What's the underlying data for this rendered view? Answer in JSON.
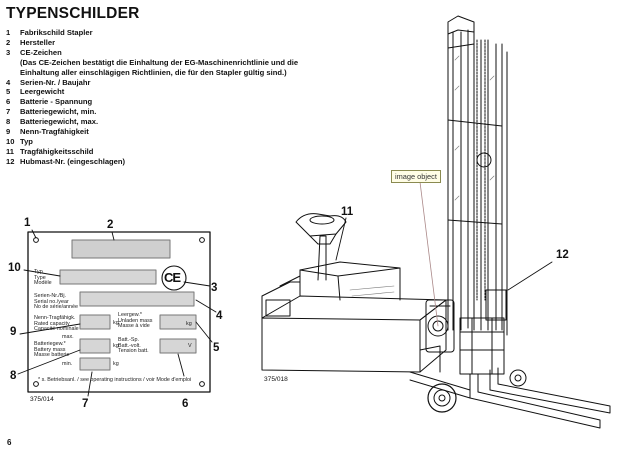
{
  "page": {
    "title": "TYPENSCHILDER",
    "page_number": "6"
  },
  "legend": [
    {
      "num": "1",
      "text": "Fabrikschild Stapler"
    },
    {
      "num": "2",
      "text": "Hersteller"
    },
    {
      "num": "3",
      "text": "CE-Zeichen",
      "note": "(Das CE-Zeichen bestätigt die Einhaltung der EG-Maschinenrichtlinie und die Einhaltung aller einschlägigen Richtlinien, die für den Stapler gültig sind.)"
    },
    {
      "num": "4",
      "text": "Serien-Nr. / Baujahr"
    },
    {
      "num": "5",
      "text": "Leergewicht"
    },
    {
      "num": "6",
      "text": "Batterie - Spannung"
    },
    {
      "num": "7",
      "text": "Batteriegewicht, min."
    },
    {
      "num": "8",
      "text": "Batteriegewicht, max."
    },
    {
      "num": "9",
      "text": "Nenn-Tragfähigkeit"
    },
    {
      "num": "10",
      "text": "Typ"
    },
    {
      "num": "11",
      "text": "Tragfähigkeitsschild"
    },
    {
      "num": "12",
      "text": "Hubmast-Nr. (eingeschlagen)"
    }
  ],
  "plate": {
    "type_label": "Typ\nType\nModèle",
    "serial_label": "Serien-Nr./Bj.\nSerial no./year\nNo de série/année",
    "capacity_label": "Nenn-Tragfähigk.\nRated capacity\nCapacité nominale",
    "tare_label": "Leergew.*\nUnladen mass\nMasse à vide",
    "battmax_label": "Batteriegew.*\nBattery mass\nMasse batterie",
    "max_label": "max.",
    "min_label": "min.",
    "volt_label": "Batt.-Sp.\nBatt.-volt.\nTension batt.",
    "unit_kg": "kg",
    "unit_v": "V",
    "ce_mark": "CE",
    "footnote": "* s. Betriebsanl. / see operating instructions / voir Mode d'emploi",
    "figure_code": "375/014"
  },
  "figure_codes": {
    "truck": "375/018"
  },
  "callouts_plate": [
    "1",
    "2",
    "3",
    "4",
    "5",
    "6",
    "7",
    "8",
    "9",
    "10"
  ],
  "callouts_truck": [
    "11",
    "12"
  ],
  "image_tag": "image object"
}
